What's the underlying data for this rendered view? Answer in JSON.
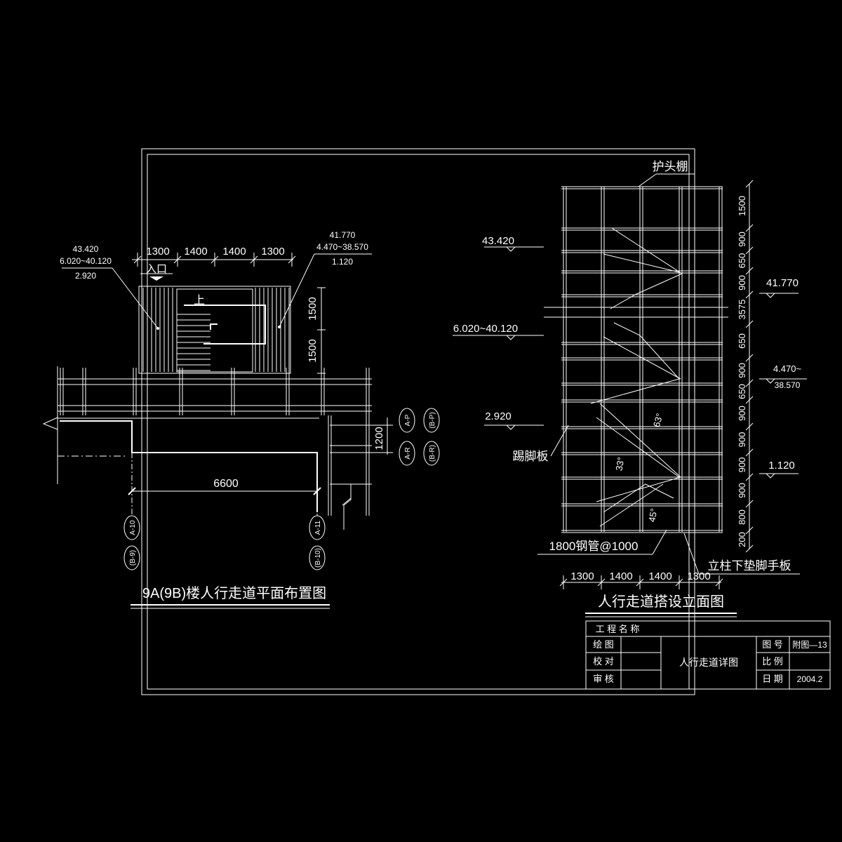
{
  "plan": {
    "title": "9A(9B)楼人行走道平面布置图",
    "entrance": "入口",
    "up_mark": "上",
    "left_elev": [
      "43.420",
      "6.020~40.120",
      "2.920"
    ],
    "right_elev": [
      "41.770",
      "4.470~38.570",
      "1.120"
    ],
    "top_dims": [
      "1300",
      "1400",
      "1400",
      "1300"
    ],
    "right_dims": [
      "1500",
      "1500"
    ],
    "gap_dim": "1200",
    "width_dim": "6600",
    "axis_right": [
      "A-P",
      "(B-P)",
      "A-R",
      "(B-R)"
    ],
    "axis_bottom": [
      "A-10",
      "(B-9)",
      "A-11",
      "(B-10)"
    ]
  },
  "elevation": {
    "title": "人行走道搭设立面图",
    "canopy": "护头棚",
    "kick_board": "踢脚板",
    "pipe_note": "1800钢管@1000",
    "pad_note": "立柱下垫脚手板",
    "bottom_dims": [
      "1300",
      "1400",
      "1400",
      "1300"
    ],
    "right_dims": [
      "1500",
      "900",
      "650",
      "900",
      "3575",
      "650",
      "900",
      "650",
      "900",
      "900",
      "900",
      "900",
      "800",
      "200"
    ],
    "left_levels": [
      "43.420",
      "6.020~40.120",
      "2.920"
    ],
    "right_levels": [
      "41.770",
      "4.470~",
      "38.570",
      "1.120"
    ],
    "angles": [
      "63°",
      "33°",
      "45°"
    ]
  },
  "title_block": {
    "project_label": "工 程 名 称",
    "draw_label": "绘 图",
    "check_label": "校 对",
    "review_label": "审 核",
    "drawing_name": "人行走道详图",
    "no_label": "图 号",
    "no_value": "附图—13",
    "scale_label": "比 例",
    "scale_value": "",
    "date_label": "日 期",
    "date_value": "2004.2"
  }
}
